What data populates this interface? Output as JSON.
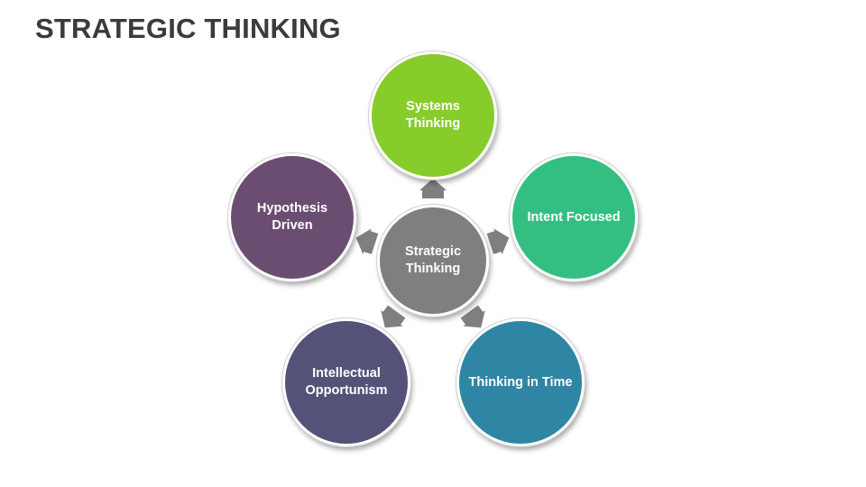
{
  "title": "STRATEGIC THINKING",
  "center": {
    "label": "Strategic\nThinking",
    "color": "#7f7f7f"
  },
  "nodes": [
    {
      "key": "systems",
      "label": "Systems\nThinking",
      "color": "#86cc2b"
    },
    {
      "key": "intent",
      "label": "Intent Focused",
      "color": "#33bf81"
    },
    {
      "key": "time",
      "label": "Thinking in Time",
      "color": "#2e86a4"
    },
    {
      "key": "intellectual",
      "label": "Intellectual\nOpportunism",
      "color": "#555279"
    },
    {
      "key": "hypothesis",
      "label": "Hypothesis\nDriven",
      "color": "#6c4d72"
    }
  ],
  "arrow_color": "#7f7f7f"
}
